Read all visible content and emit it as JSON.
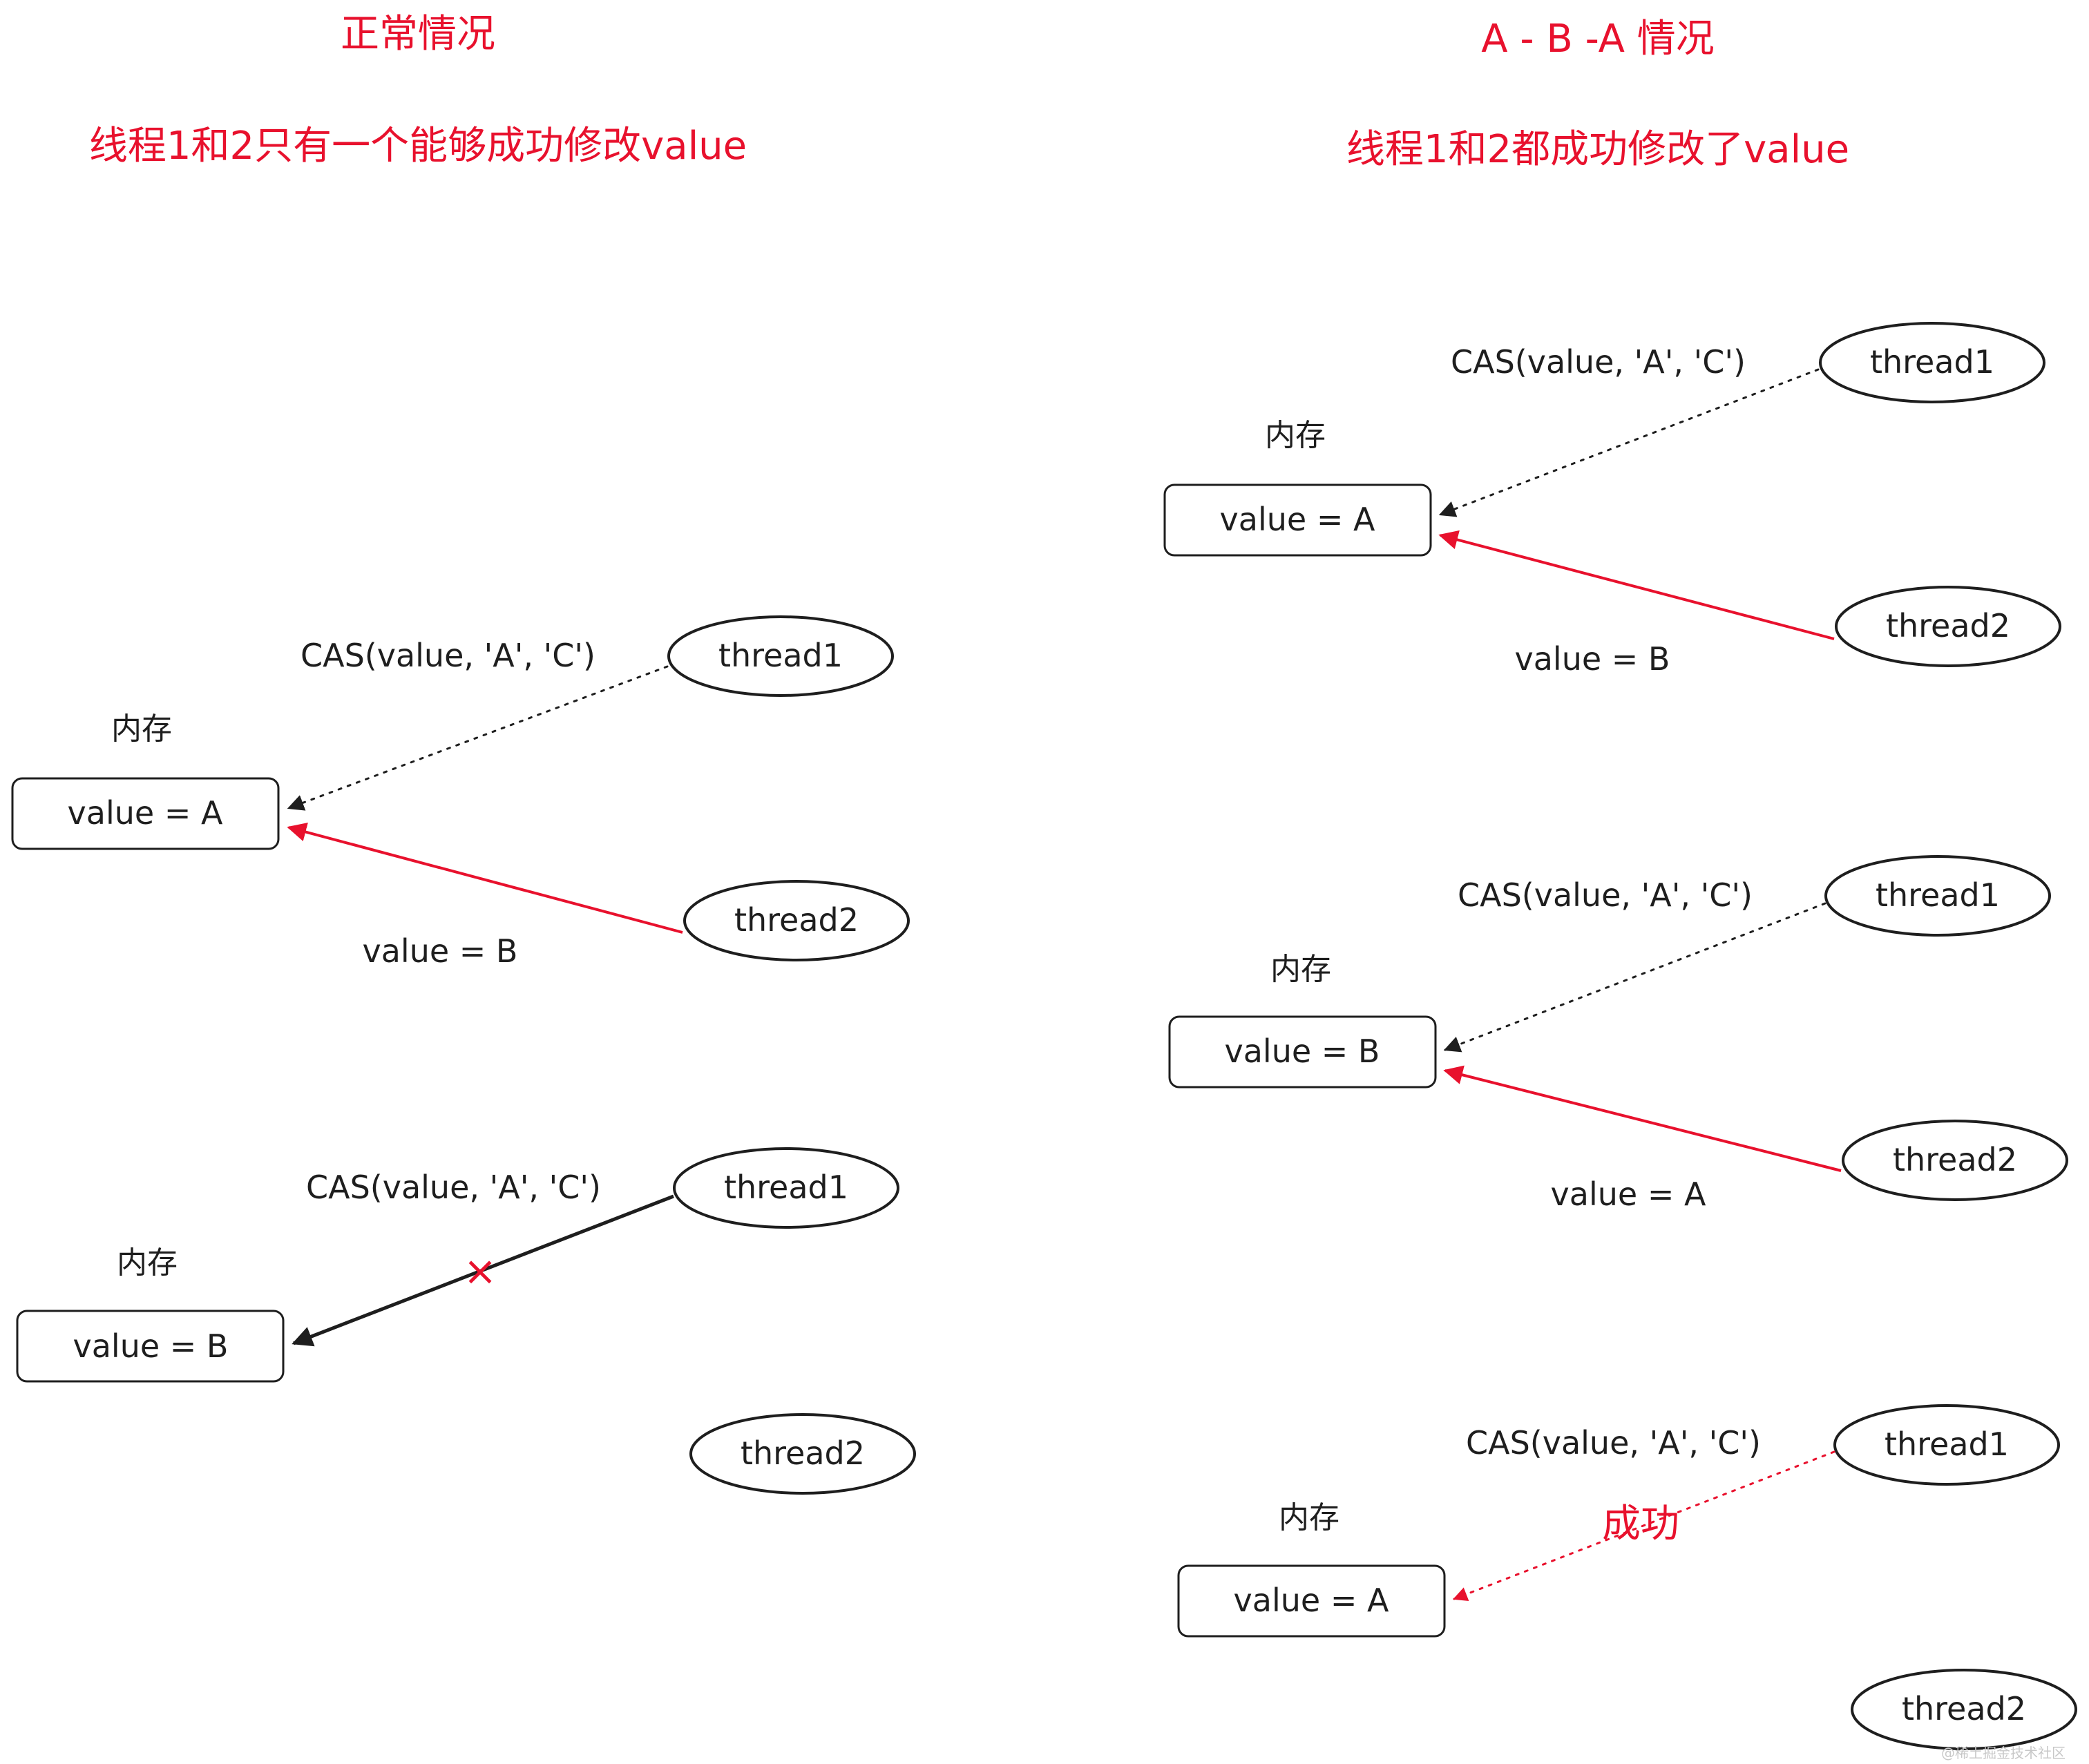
{
  "left": {
    "title": "正常情况",
    "subtitle": "线程1和2只有一个能够成功修改value",
    "scenes": [
      {
        "cas": "CAS(value, 'A', 'C')",
        "memory_label": "内存",
        "memory_value": "value = A",
        "thread1": "thread1",
        "thread2": "thread2",
        "note": "value = B"
      },
      {
        "cas": "CAS(value, 'A', 'C')",
        "memory_label": "内存",
        "memory_value": "value = B",
        "thread1": "thread1",
        "thread2": "thread2",
        "fail_mark": "×"
      }
    ]
  },
  "right": {
    "title": "A - B -A 情况",
    "subtitle": "线程1和2都成功修改了value",
    "scenes": [
      {
        "cas": "CAS(value, 'A', 'C')",
        "memory_label": "内存",
        "memory_value": "value = A",
        "thread1": "thread1",
        "thread2": "thread2",
        "note": "value = B"
      },
      {
        "cas": "CAS(value, 'A', 'C')",
        "memory_label": "内存",
        "memory_value": "value = B",
        "thread1": "thread1",
        "thread2": "thread2",
        "note": "value = A"
      },
      {
        "cas": "CAS(value, 'A', 'C')",
        "memory_label": "内存",
        "memory_value": "value = A",
        "thread1": "thread1",
        "thread2": "thread2",
        "success": "成功"
      }
    ]
  },
  "watermark": "@稀土掘金技术社区",
  "colors": {
    "accent": "#e8112d",
    "ink": "#1e1e1e"
  }
}
